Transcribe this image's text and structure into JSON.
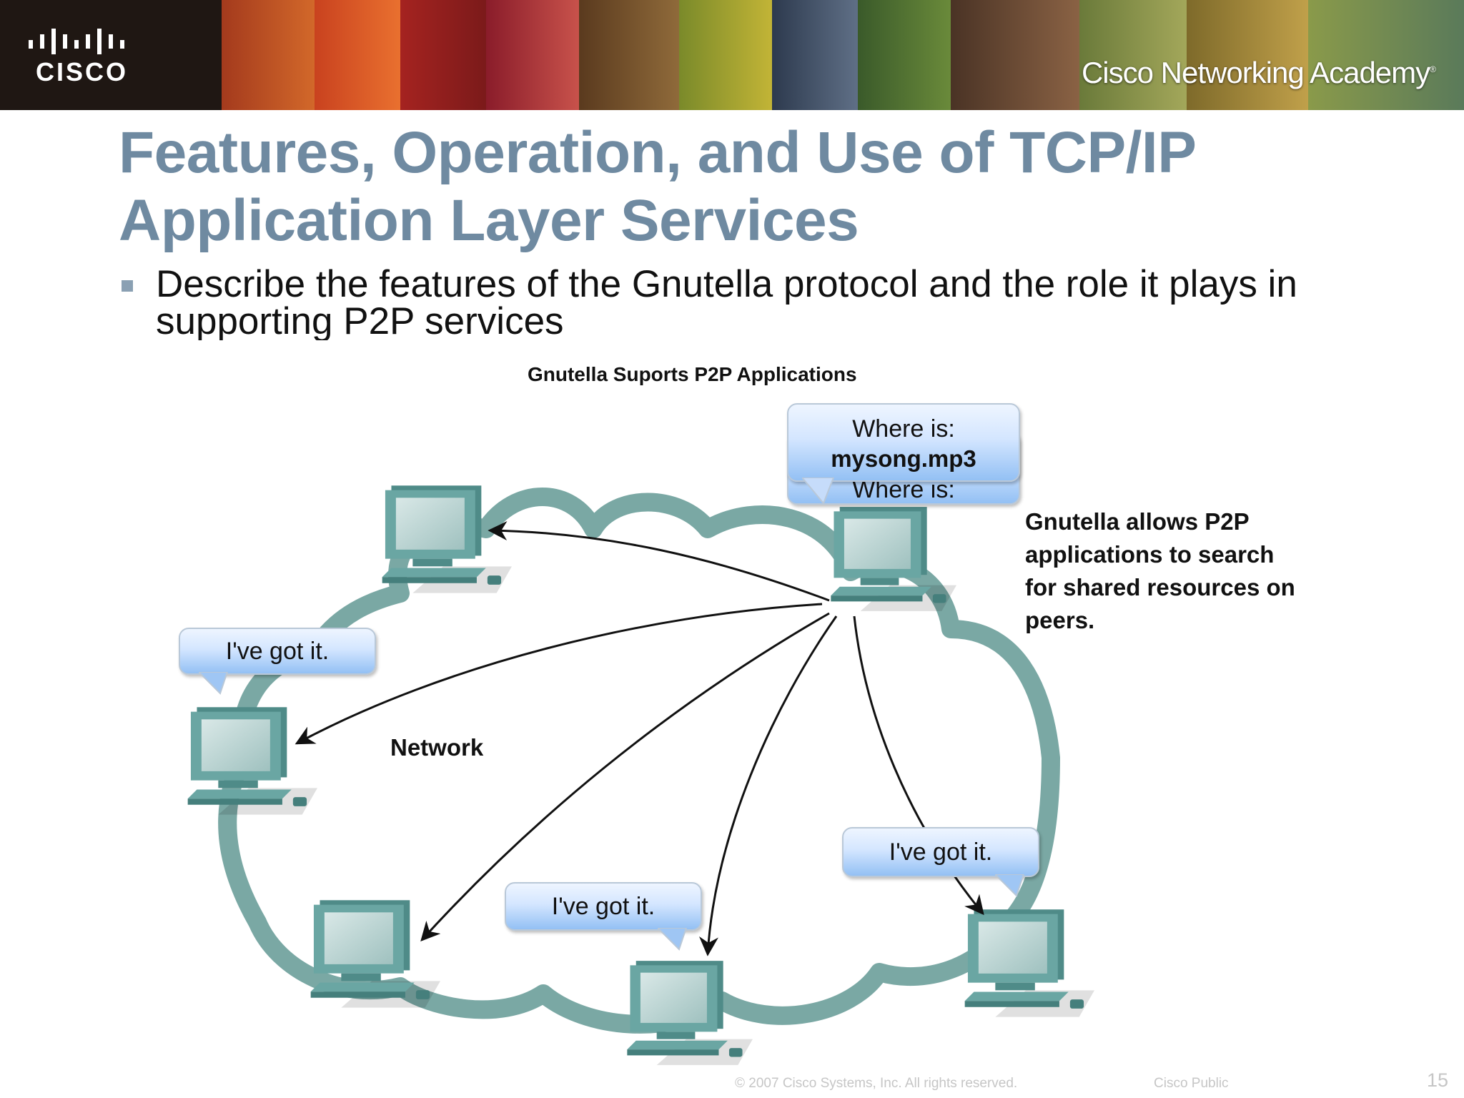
{
  "banner": {
    "logo_text": "CISCO",
    "academy_text": "Cisco Networking Academy",
    "academy_mark": "®"
  },
  "slide": {
    "title_line1": "Features, Operation, and Use of TCP/IP",
    "title_line2": "Application Layer Services",
    "bullet": "Describe the features of the Gnutella protocol and the role it plays in supporting P2P services"
  },
  "diagram": {
    "title": "Gnutella Suports P2P Applications",
    "query_bubble": {
      "line1": "Where is:",
      "line2": "mysong.mp3"
    },
    "reply_text": "I've got it.",
    "network_label": "Network",
    "caption": "Gnutella allows P2P applications to search for shared resources on peers.",
    "colors": {
      "cloud": "#7aa8a4",
      "computer": "#5f9b98",
      "bubble_top": "#eef5ff",
      "bubble_bottom": "#93c0f4"
    }
  },
  "footer": {
    "copyright": "© 2007 Cisco Systems, Inc. All rights reserved.",
    "classification": "Cisco Public",
    "page_number": "15"
  }
}
